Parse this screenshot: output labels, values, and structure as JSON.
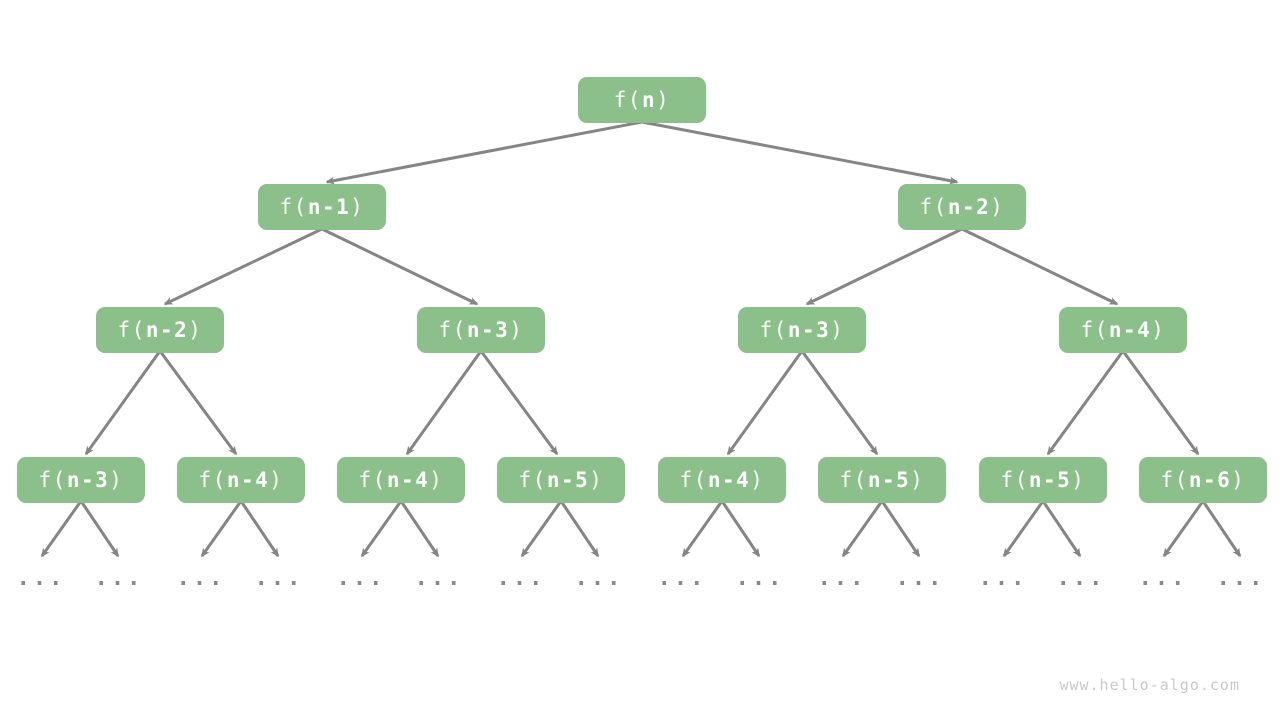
{
  "nodes": [
    {
      "pre": "f(",
      "arg": "n",
      "post": ")"
    },
    {
      "pre": "f(",
      "arg": "n-1",
      "post": ")"
    },
    {
      "pre": "f(",
      "arg": "n-2",
      "post": ")"
    },
    {
      "pre": "f(",
      "arg": "n-2",
      "post": ")"
    },
    {
      "pre": "f(",
      "arg": "n-3",
      "post": ")"
    },
    {
      "pre": "f(",
      "arg": "n-3",
      "post": ")"
    },
    {
      "pre": "f(",
      "arg": "n-4",
      "post": ")"
    },
    {
      "pre": "f(",
      "arg": "n-3",
      "post": ")"
    },
    {
      "pre": "f(",
      "arg": "n-4",
      "post": ")"
    },
    {
      "pre": "f(",
      "arg": "n-4",
      "post": ")"
    },
    {
      "pre": "f(",
      "arg": "n-5",
      "post": ")"
    },
    {
      "pre": "f(",
      "arg": "n-4",
      "post": ")"
    },
    {
      "pre": "f(",
      "arg": "n-5",
      "post": ")"
    },
    {
      "pre": "f(",
      "arg": "n-5",
      "post": ")"
    },
    {
      "pre": "f(",
      "arg": "n-6",
      "post": ")"
    }
  ],
  "ellipsis": "...",
  "watermark": "www.hello-algo.com",
  "colors": {
    "node_fill": "#8CC08A",
    "node_text": "#FFFFFF",
    "edge": "#858585",
    "ellipsis": "#8A8A8A",
    "watermark": "#C9C9C9"
  }
}
